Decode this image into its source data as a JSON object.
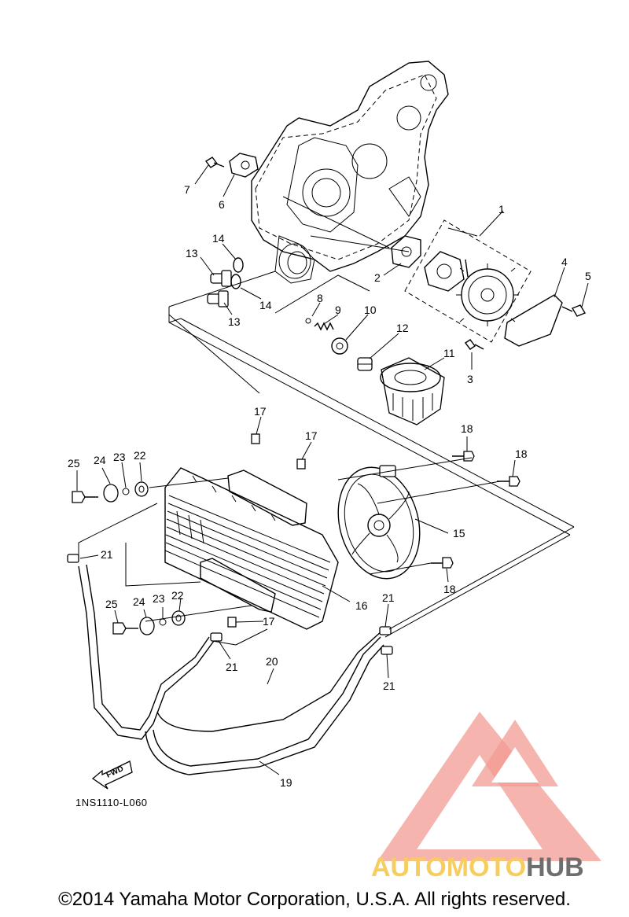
{
  "diagram": {
    "code": "1NS1110-L060",
    "fwd_label": "FWD",
    "callouts": [
      "1",
      "2",
      "3",
      "4",
      "5",
      "6",
      "7",
      "8",
      "9",
      "10",
      "11",
      "12",
      "13",
      "13",
      "14",
      "14",
      "15",
      "16",
      "17",
      "17",
      "17",
      "18",
      "18",
      "18",
      "19",
      "20",
      "21",
      "21",
      "21",
      "21",
      "22",
      "22",
      "23",
      "23",
      "24",
      "24",
      "25",
      "25"
    ]
  },
  "watermark": {
    "brand_part1": "AUTOMOTO",
    "brand_part2": "HUB",
    "colors": {
      "triangle": "#f08a80",
      "auto": "#f5c542",
      "moto": "#f08a80",
      "hub": "#555555"
    }
  },
  "footer": {
    "copyright": "©2014 Yamaha Motor Corporation, U.S.A. All rights reserved."
  }
}
